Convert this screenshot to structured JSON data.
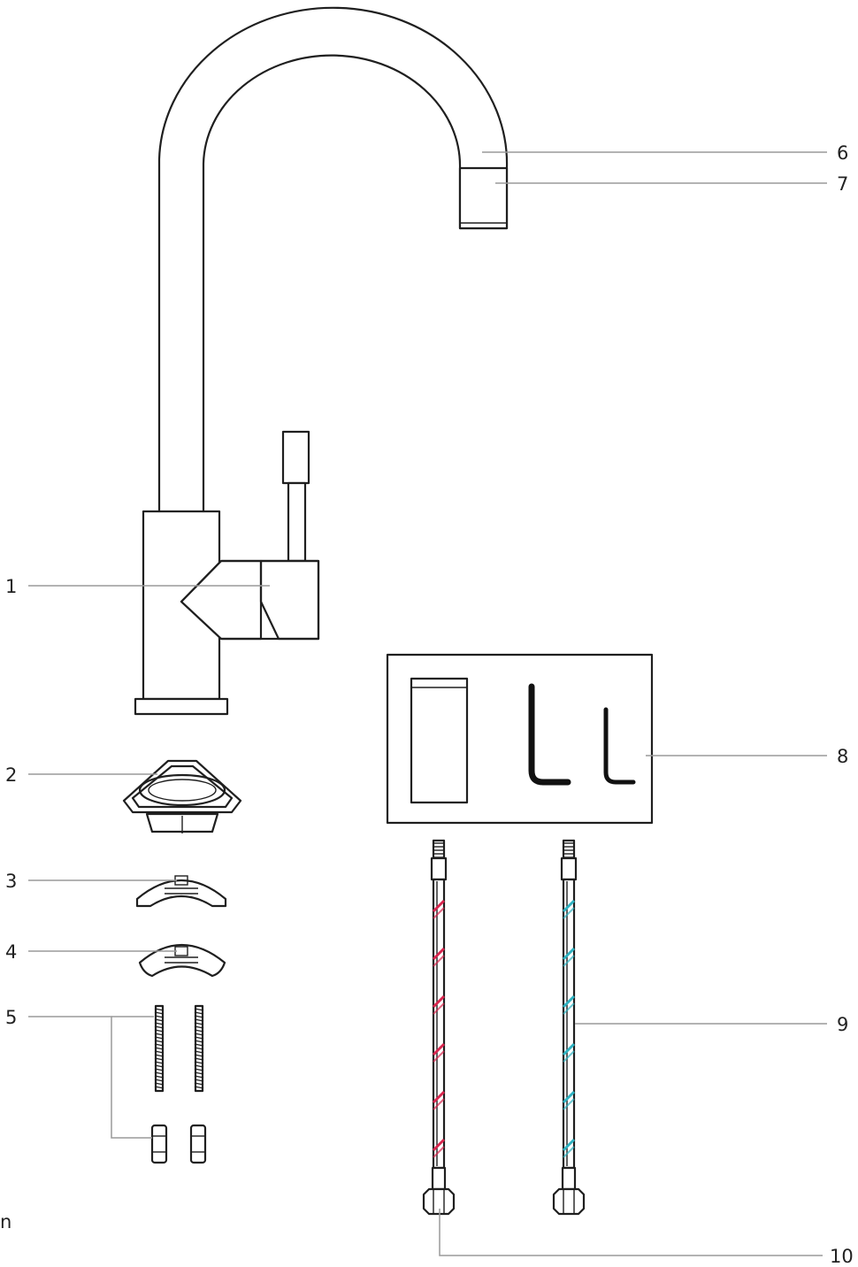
{
  "callouts": {
    "c1": "1",
    "c2": "2",
    "c3": "3",
    "c4": "4",
    "c5": "5",
    "c6": "6",
    "c7": "7",
    "c8": "8",
    "c9": "9",
    "c10": "10"
  },
  "corner_text": "n",
  "colors": {
    "hot_stripe": "#d9264f",
    "cold_stripe": "#2fb3c2",
    "leader_line": "#9a9a9a",
    "outline": "#1f1f1f"
  }
}
